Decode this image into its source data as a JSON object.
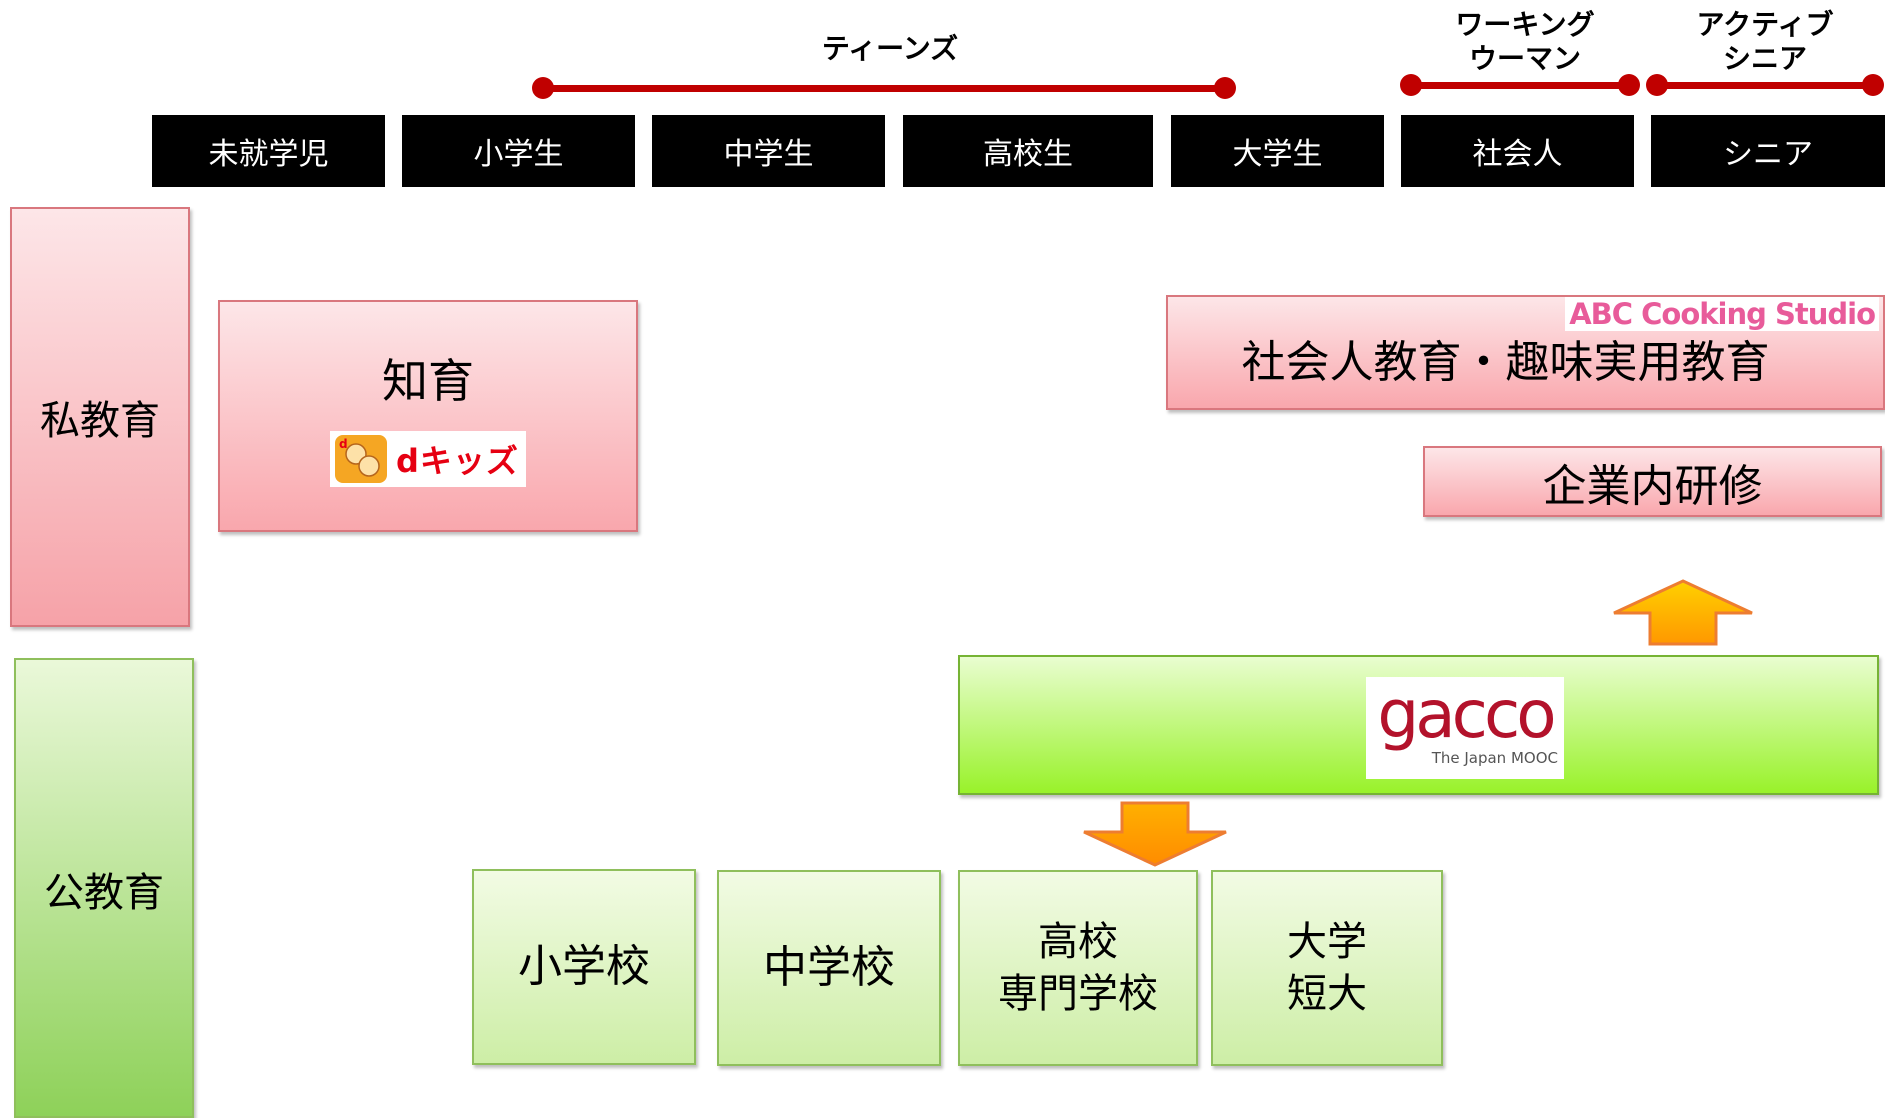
{
  "stages": [
    "未就学児",
    "小学生",
    "中学生",
    "高校生",
    "大学生",
    "社会人",
    "シニア"
  ],
  "groups": {
    "teens": "ティーンズ",
    "working_women": [
      "ワーキング",
      "ウーマン"
    ],
    "active_senior": [
      "アクティブ",
      "シニア"
    ]
  },
  "categories": {
    "private": "私教育",
    "public": "公教育"
  },
  "boxes": {
    "chiiku": "知育",
    "dkids_logo": "dキッズ",
    "adult_education": "社会人教育・趣味実用教育",
    "abc_logo": "ABC Cooking Studio",
    "corporate_training": "企業内研修",
    "gacco_logo": "gacco",
    "gacco_tagline": "The Japan MOOC",
    "schools": [
      [
        "小学校"
      ],
      [
        "中学校"
      ],
      [
        "高校",
        "専門学校"
      ],
      [
        "大学",
        "短大"
      ]
    ]
  },
  "colors": {
    "timeline_red": "#c00000",
    "arrow_orange": "#ffb000",
    "arrow_border": "#ed7d31",
    "gacco_red": "#b3122b",
    "abc_pink": "#e85b9a"
  }
}
